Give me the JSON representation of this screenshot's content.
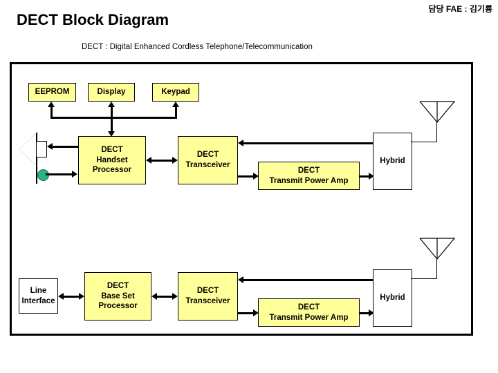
{
  "header": {
    "title": "DECT Block Diagram",
    "credit": "담당 FAE : 김기룡",
    "subtitle": "DECT : Digital Enhanced Cordless Telephone/Telecommunication"
  },
  "colors": {
    "block_fill_yellow": "#ffff99",
    "block_fill_white": "#ffffff",
    "stroke": "#000000",
    "microphone": "#2ab08b",
    "page_background": "#ffffff"
  },
  "diagram": {
    "handset_section": {
      "peripherals": [
        {
          "label": "EEPROM"
        },
        {
          "label": "Display"
        },
        {
          "label": "Keypad"
        }
      ],
      "processor": {
        "label": "DECT\nHandset\nProcessor"
      },
      "transceiver": {
        "label": "DECT\nTransceiver"
      },
      "power_amp": {
        "label": "DECT\nTransmit Power Amp"
      },
      "hybrid": {
        "label": "Hybrid"
      },
      "speaker": {
        "label": "speaker-icon"
      },
      "microphone": {
        "label": "microphone-icon"
      },
      "antenna": {
        "label": "antenna-icon"
      }
    },
    "base_section": {
      "line_interface": {
        "label": "Line\nInterface"
      },
      "processor": {
        "label": "DECT\nBase Set\nProcessor"
      },
      "transceiver": {
        "label": "DECT\nTransceiver"
      },
      "power_amp": {
        "label": "DECT\nTransmit Power Amp"
      },
      "hybrid": {
        "label": "Hybrid"
      },
      "antenna": {
        "label": "antenna-icon"
      }
    }
  }
}
